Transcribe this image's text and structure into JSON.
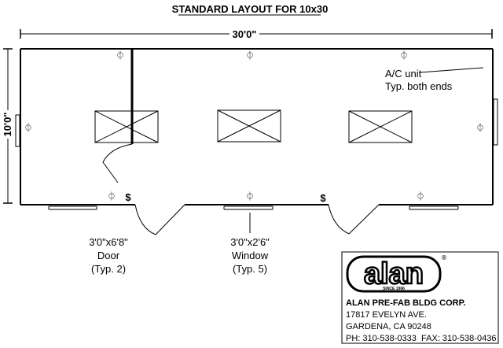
{
  "title": "STANDARD LAYOUT FOR 10x30",
  "dimensions": {
    "length": "30'0\"",
    "width": "10'0\""
  },
  "annotations": {
    "ac_line1": "A/C unit",
    "ac_line2": "Typ. both ends",
    "door_line1": "3'0\"x6'8\"",
    "door_line2": "Door",
    "door_line3": "(Typ. 2)",
    "window_line1": "3'0\"x2'6\"",
    "window_line2": "Window",
    "window_line3": "(Typ. 5)"
  },
  "symbols": {
    "outlet": "⏀",
    "switch": "$"
  },
  "logo": {
    "brand": "alan",
    "registered": "®",
    "since": "SINCE 1966",
    "company": "ALAN PRE-FAB BLDG CORP.",
    "address1": "17817 EVELYN AVE.",
    "address2": "GARDENA, CA 90248",
    "phone": "PH: 310-538-0333",
    "fax": "FAX: 310-538-0436"
  }
}
